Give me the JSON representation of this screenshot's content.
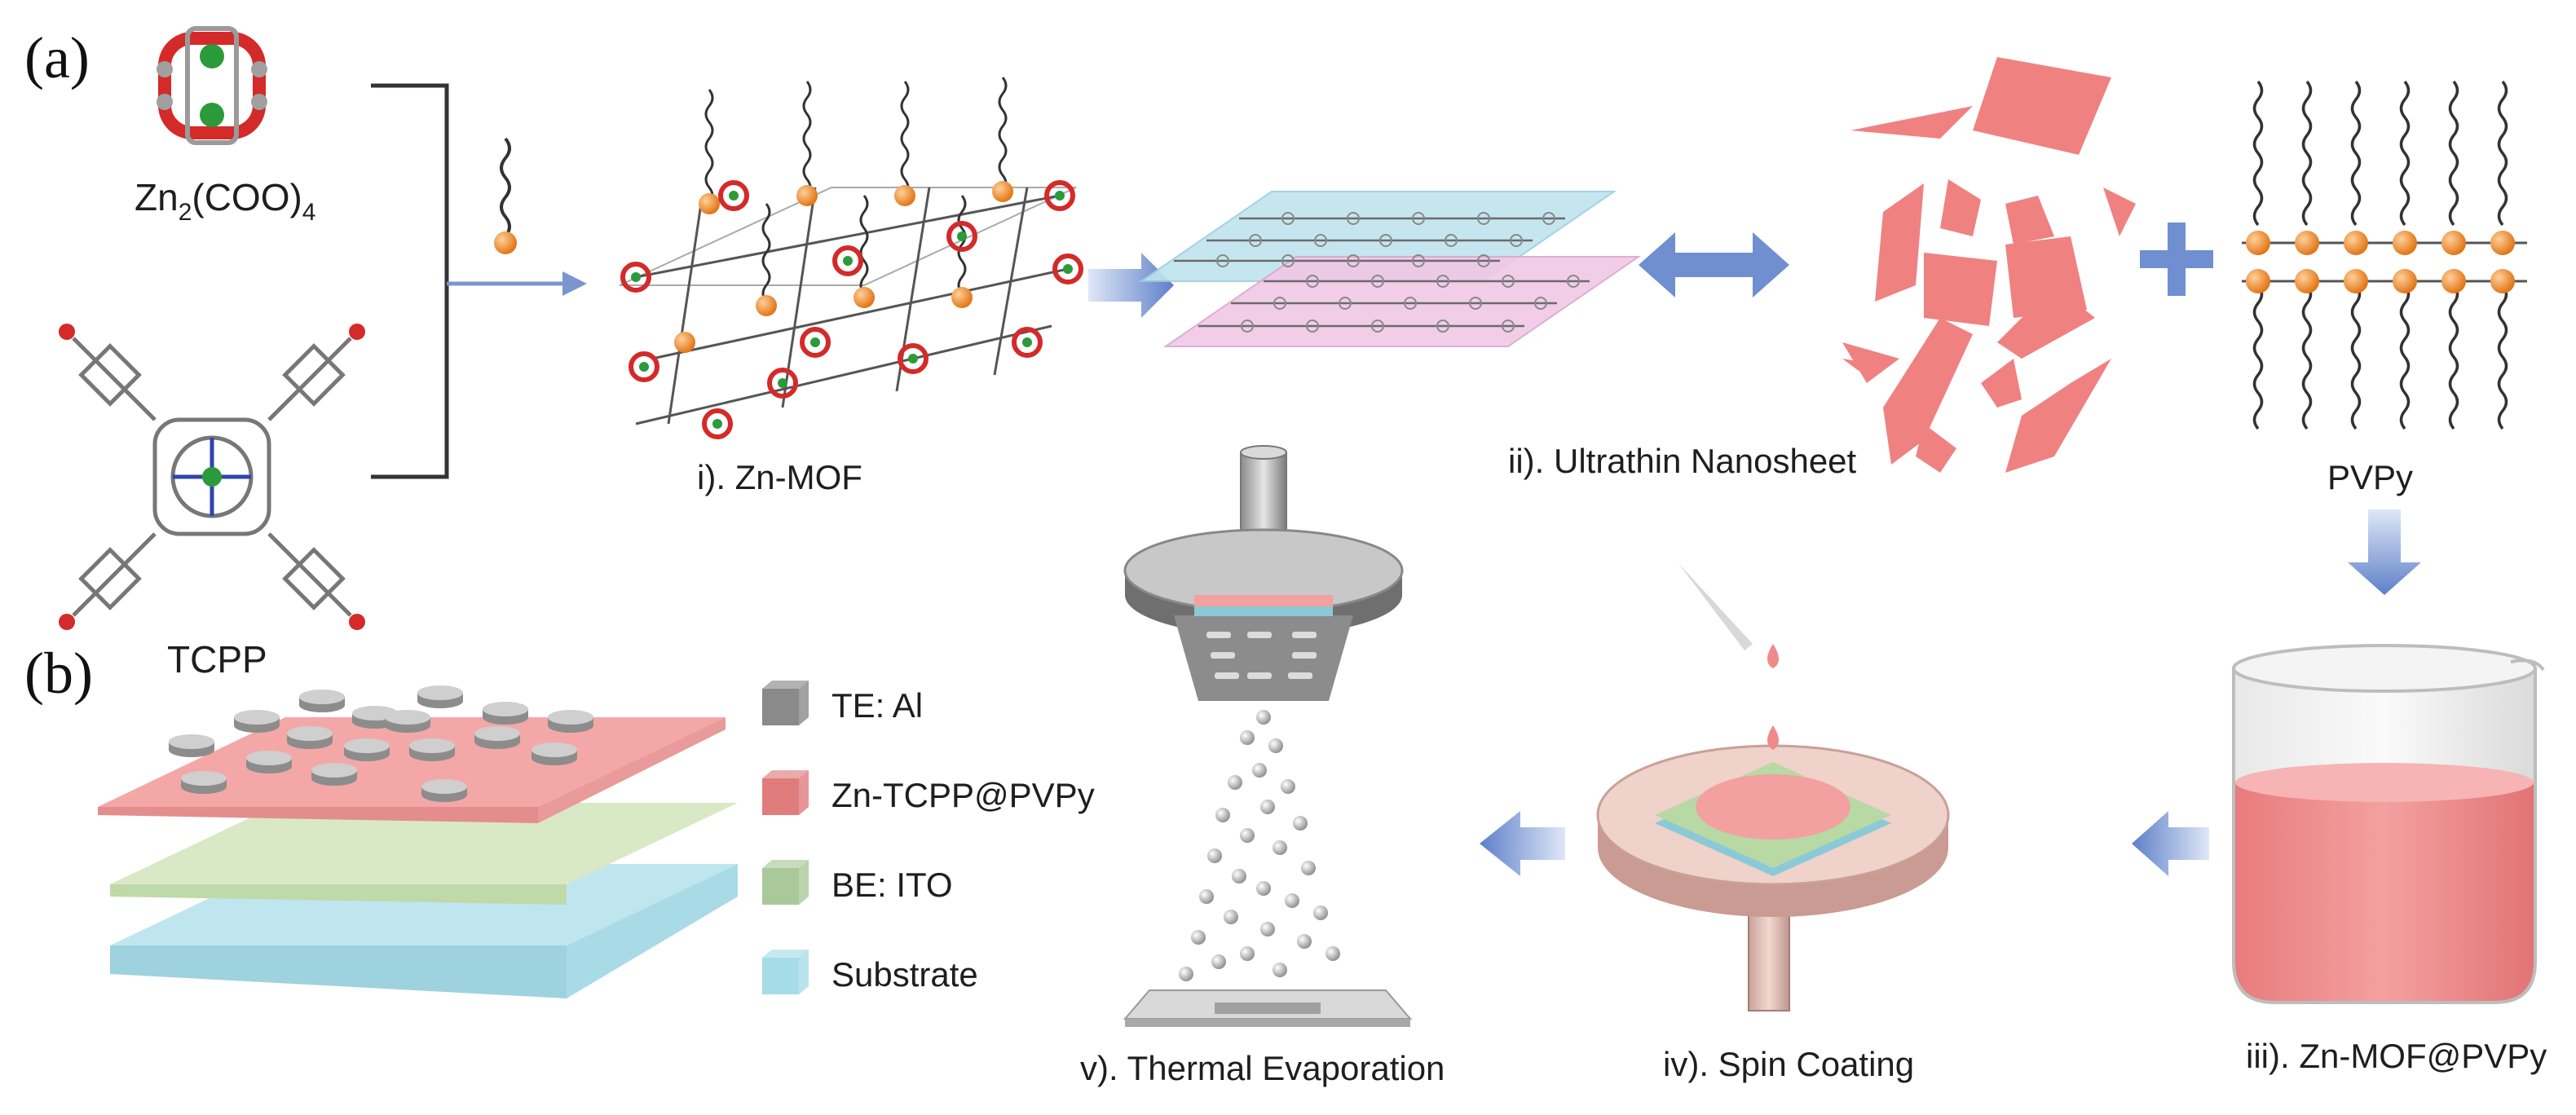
{
  "panels": {
    "a": "(a)",
    "b": "(b)"
  },
  "labels": {
    "zn_paddlewheel_base": "Zn",
    "zn_paddlewheel_sub1": "2",
    "zn_paddlewheel_mid": "(COO)",
    "zn_paddlewheel_sub2": "4",
    "tcpp": "TCPP",
    "step_i": "i). Zn-MOF",
    "step_ii": "ii). Ultrathin Nanosheet",
    "pvpy": "PVPy",
    "step_iii": "iii). Zn-MOF@PVPy",
    "step_iv": "iv). Spin Coating",
    "step_v": "v). Thermal Evaporation"
  },
  "legend": [
    {
      "label": "TE: Al",
      "color": "#8a8a8a"
    },
    {
      "label": "Zn-TCPP@PVPy",
      "color": "#e07c7c"
    },
    {
      "label": "BE: ITO",
      "color": "#a9c99a"
    },
    {
      "label": "Substrate",
      "color": "#a6dce8"
    }
  ],
  "colors": {
    "arrow": "#6f8fd0",
    "nanosheet": "#f07b7b",
    "solution": "#ee8a8a",
    "ligand_bead": "#f08a22",
    "substrate_layer": "#b9e4ee",
    "ito_layer": "#d3e6c0",
    "active_layer": "#f2a4a4",
    "electrode": "#b9b9b9"
  }
}
